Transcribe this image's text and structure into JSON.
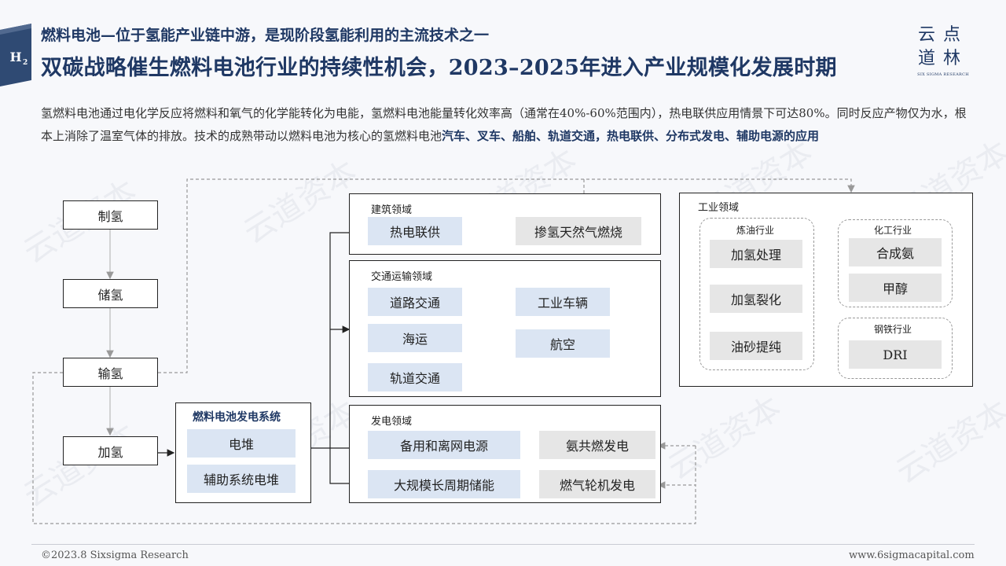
{
  "header": {
    "badge": "H2",
    "subtitle": "燃料电池—位于氢能产业链中游，是现阶段氢能利用的主流技术之一",
    "title": "双碳战略催生燃料电池行业的持续性机会，2023–2025年进入产业规模化发展时期",
    "brand_line1": "云点",
    "brand_line2": "道林",
    "brand_sub": "SIX SIGMA RESEARCH"
  },
  "paragraph": {
    "text1": "氢燃料电池通过电化学反应将燃料和氧气的化学能转化为电能，氢燃料电池能量转化效率高（通常在40%-60%范围内），热电联供应用情景下可达80%。同时反应产物仅为水，根本上消除了温室气体的排放。技术的成熟带动以燃料电池为核心的氢燃料电池",
    "highlight": "汽车、叉车、船舶、轨道交通，热电联供、分布式发电、辅助电源的应用"
  },
  "chain": {
    "production": "制氢",
    "storage": "储氢",
    "transport": "输氢",
    "refuel": "加氢"
  },
  "fuel_cell_system": {
    "title": "燃料电池发电系统",
    "items": [
      "电堆",
      "辅助系统电堆"
    ]
  },
  "building": {
    "title": "建筑领域",
    "items": [
      "热电联供",
      "掺氢天然气燃烧"
    ]
  },
  "transport_domain": {
    "title": "交通运输领域",
    "items": [
      "道路交通",
      "工业车辆",
      "海运",
      "航空",
      "轨道交通"
    ]
  },
  "power": {
    "title": "发电领域",
    "items": [
      "备用和离网电源",
      "氨共燃发电",
      "大规模长周期储能",
      "燃气轮机发电"
    ]
  },
  "industry": {
    "title": "工业领域",
    "refining": {
      "title": "炼油行业",
      "items": [
        "加氢处理",
        "加氢裂化",
        "油砂提纯"
      ]
    },
    "chemical": {
      "title": "化工行业",
      "items": [
        "合成氨",
        "甲醇"
      ]
    },
    "steel": {
      "title": "钢铁行业",
      "items": [
        "DRI"
      ]
    }
  },
  "footer": {
    "left": "©2023.8 Sixsigma Research",
    "right": "www.6sigmacapital.com"
  },
  "watermark": "云道资本"
}
